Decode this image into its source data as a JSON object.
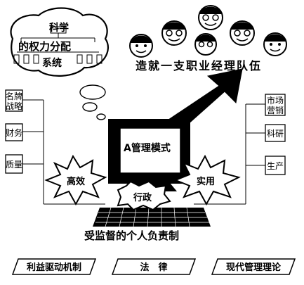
{
  "cloud": {
    "line1": "科学",
    "line2": "的权力分配",
    "line3": "系统"
  },
  "headline": "造就一支职业经理队伍",
  "left_boxes": [
    "名牌\n战略",
    "财务",
    "质量"
  ],
  "right_boxes": [
    "市场\n营销",
    "科研",
    "生产"
  ],
  "monitor_label": "A管理模式",
  "burst_left": "高效",
  "burst_right": "实用",
  "center_burst": "行政",
  "caption": "受监督的个人负责制",
  "foundation": [
    "利益驱动机制",
    "法　律",
    "现代管理理论"
  ]
}
